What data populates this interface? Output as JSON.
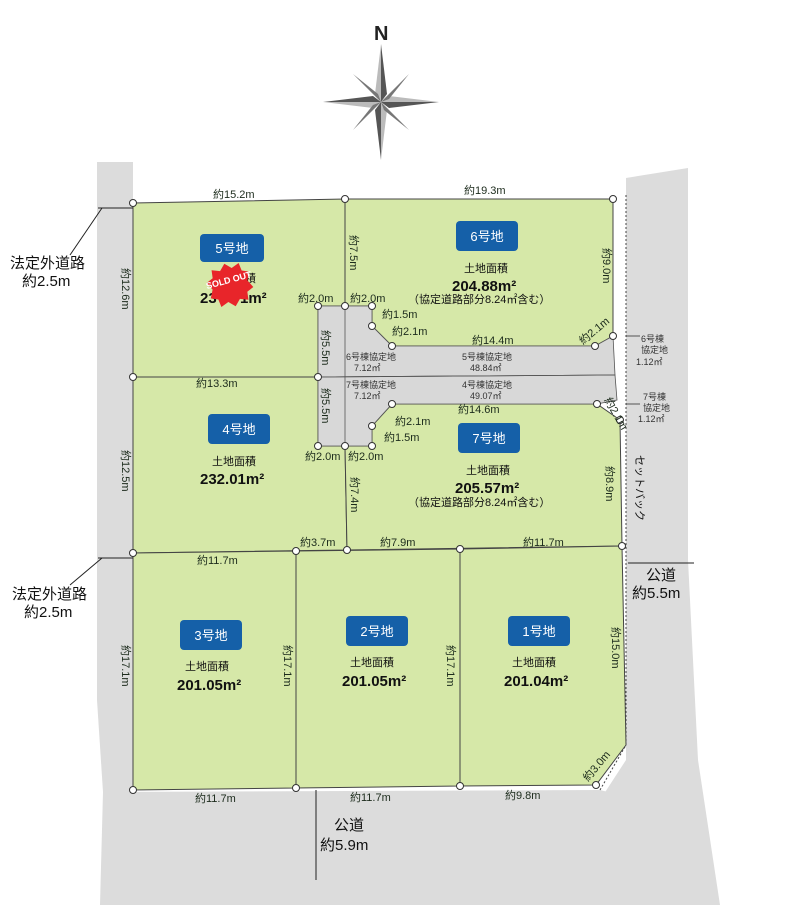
{
  "compass": {
    "north_label": "N"
  },
  "roads": {
    "legal_outside_road_label": "法定外道路",
    "legal_outside_road_width": "約2.5m",
    "public_road_label": "公道",
    "public_road_east_width": "約5.5m",
    "public_road_south_width": "約5.9m",
    "setback_label": "セットバック"
  },
  "lots": {
    "lot5": {
      "name": "5号地",
      "area_label": "土地面積",
      "area_partial": "23",
      "area_suffix": "1m²",
      "sold_out": "SOLD OUT"
    },
    "lot6": {
      "name": "6号地",
      "area_label": "土地面積",
      "area": "204.88m²",
      "note": "（協定道路部分8.24㎡含む）"
    },
    "lot4": {
      "name": "4号地",
      "area_label": "土地面積",
      "area": "232.01m²"
    },
    "lot7": {
      "name": "7号地",
      "area_label": "土地面積",
      "area": "205.57m²",
      "note": "（協定道路部分8.24㎡含む）"
    },
    "lot3": {
      "name": "3号地",
      "area_label": "土地面積",
      "area": "201.05m²"
    },
    "lot2": {
      "name": "2号地",
      "area_label": "土地面積",
      "area": "201.05m²"
    },
    "lot1": {
      "name": "1号地",
      "area_label": "土地面積",
      "area": "201.04m²"
    }
  },
  "agreement_land": {
    "a6_name": "6号棟協定地",
    "a6_area": "7.12㎡",
    "a5_name": "5号棟協定地",
    "a5_area": "48.84㎡",
    "a7_name": "7号棟協定地",
    "a7_area": "7.12㎡",
    "a4_name": "4号棟協定地",
    "a4_area": "49.07㎡",
    "a6e_name_1": "6号棟",
    "a6e_name_2": "協定地",
    "a6e_area": "1.12㎡",
    "a7e_name_1": "7号棟",
    "a7e_name_2": "協定地",
    "a7e_area": "1.12㎡"
  },
  "dimensions": {
    "top_left": "約15.2m",
    "top_right": "約19.3m",
    "left_upper": "約12.6m",
    "lot6_west": "約7.5m",
    "lot6_east": "約9.0m",
    "notch_w1": "約2.0m",
    "notch_w2": "約2.0m",
    "notch_15_upper": "約1.5m",
    "notch_21_upper": "約2.1m",
    "road_145_upper": "約14.4m",
    "corner_21_upper": "約2.1m",
    "road_55_upper": "約5.5m",
    "mid_133": "約13.3m",
    "road_55_lower": "約5.5m",
    "notch_21_lower": "約2.1m",
    "notch_15_lower": "約1.5m",
    "road_146": "約14.6m",
    "corner_21_lower": "約2.1m",
    "notch_w3": "約2.0m",
    "notch_w4": "約2.0m",
    "left_middle": "約12.5m",
    "lot7_west": "約7.4m",
    "lot7_east": "約8.9m",
    "row_117_a": "約11.7m",
    "row_37": "約3.7m",
    "row_79": "約7.9m",
    "row_117_b": "約11.7m",
    "left_lower": "約17.1m",
    "lot2_west": "約17.1m",
    "lot1_west": "約17.1m",
    "east_150": "約15.0m",
    "corner_30": "約3.0m",
    "bottom_117_a": "約11.7m",
    "bottom_117_b": "約11.7m",
    "bottom_98": "約9.8m"
  },
  "colors": {
    "lot_fill": "#d6e8a8",
    "road_fill": "#dcdcdc",
    "badge": "#1560a8",
    "sold_out": "#e8252a"
  }
}
